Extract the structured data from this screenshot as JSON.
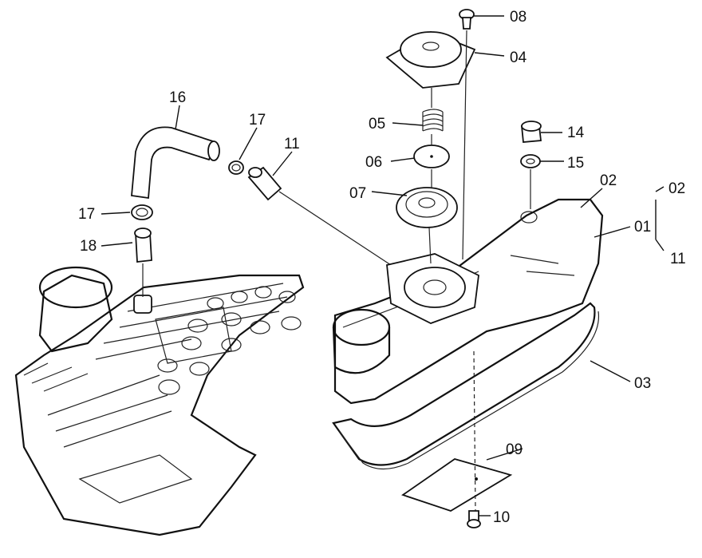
{
  "labels": {
    "p08": "08",
    "p04": "04",
    "p05": "05",
    "p06": "06",
    "p07": "07",
    "p14": "14",
    "p15": "15",
    "p02": "02",
    "p01": "01",
    "p03": "03",
    "p09": "09",
    "p10": "10",
    "p16": "16",
    "p17a": "17",
    "p17b": "17",
    "p11a": "11",
    "p18": "18",
    "g02": "02",
    "g11": "11"
  }
}
